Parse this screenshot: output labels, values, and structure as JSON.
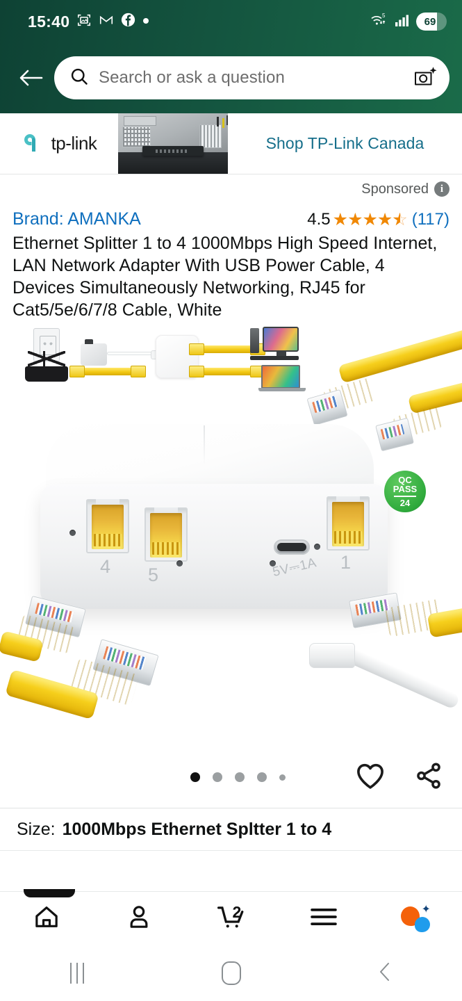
{
  "status_bar": {
    "time": "15:40",
    "icons": [
      "screenshot-icon",
      "gmail-icon",
      "facebook-icon",
      "dot-icon"
    ],
    "wifi": "wifi-5-icon",
    "signal": "cellular-signal-icon",
    "battery_percent": "69"
  },
  "header": {
    "back_label": "back-arrow",
    "search": {
      "placeholder": "Search or ask a question",
      "value": "",
      "search_icon": "search-icon",
      "camera_icon": "camera-lens-icon"
    }
  },
  "ad": {
    "brand_logo_text": "tp-link",
    "cta": "Shop TP-Link Canada",
    "sponsored_label": "Sponsored",
    "info_icon": "info-icon"
  },
  "product": {
    "brand": "Brand: AMANKA",
    "rating_value": "4.5",
    "rating_count": "(117)",
    "stars_filled": 4,
    "stars_half": 1,
    "title": "Ethernet Splitter 1 to 4 1000Mbps High Speed Internet, LAN Network Adapter With USB Power Cable, 4 Devices Simultaneously Networking, RJ45 for Cat5/5e/6/7/8 Cable, White",
    "image_labels": {
      "port_4": "4",
      "port_5": "5",
      "port_1": "1",
      "power_rating": "5V⎓1A",
      "qc_line1": "QC",
      "qc_line2": "PASS",
      "qc_line3": "24"
    },
    "gallery": {
      "total_dots": 5,
      "active_index": 0
    },
    "wishlist_icon": "heart-icon",
    "share_icon": "share-icon"
  },
  "size_section": {
    "label": "Size:",
    "value": "1000Mbps Ethernet Spltter 1 to 4"
  },
  "bottom_nav": {
    "items": [
      {
        "name": "home",
        "icon": "home-icon"
      },
      {
        "name": "account",
        "icon": "person-icon"
      },
      {
        "name": "cart",
        "icon": "cart-icon",
        "badge": "2"
      },
      {
        "name": "menu",
        "icon": "hamburger-menu-icon"
      },
      {
        "name": "rufus",
        "icon": "rufus-assistant-icon"
      }
    ]
  },
  "system_nav": {
    "recents": "recents-icon",
    "home": "home-circle-icon",
    "back": "back-chevron-icon"
  },
  "colors": {
    "header_green_dark": "#0e4234",
    "header_green_light": "#1a6b49",
    "link_blue": "#0f6fbe",
    "star_orange": "#f08804",
    "cta_teal": "#156e8a",
    "rufus_orange": "#f4610a",
    "rufus_blue": "#1f9cec"
  }
}
